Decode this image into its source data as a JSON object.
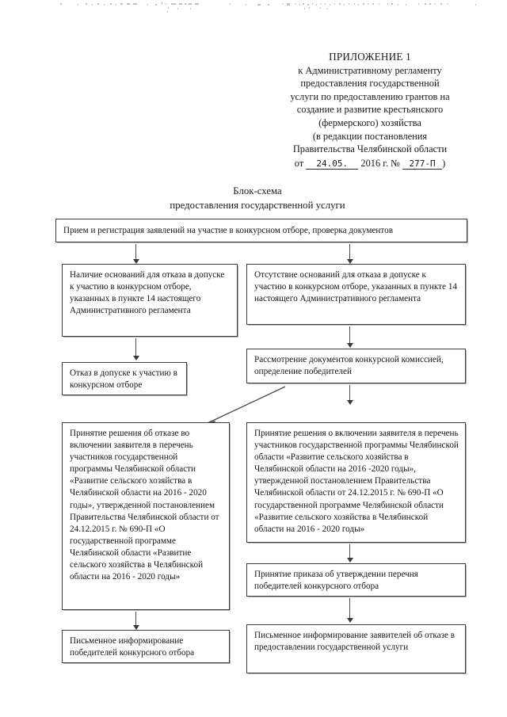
{
  "document": {
    "header": {
      "title": "ПРИЛОЖЕНИЕ 1",
      "lines": [
        "к Административному регламенту",
        "предоставления государственной",
        "услуги по предоставлению грантов на",
        "создание и развитие крестьянского",
        "(фермерского) хозяйства",
        "(в редакции постановления",
        "Правительства Челябинской области"
      ],
      "date_prefix": "от",
      "date_value": "24.05.",
      "date_year": "2016 г. №",
      "doc_number": "277-П",
      "date_suffix": ")"
    },
    "title": {
      "line1": "Блок-схема",
      "line2": "предоставления государственной услуги"
    }
  },
  "flow": {
    "nodes": [
      {
        "id": "intake",
        "text": "Прием и регистрация заявлений на участие в конкурсном отборе, проверка документов"
      },
      {
        "id": "grounds-present",
        "text": "Наличие оснований для отказа в допуске к участию в конкурсном отборе, указанных в пункте 14 настоящего Административного регламента"
      },
      {
        "id": "grounds-absent",
        "text": "Отсутствие оснований для отказа в допуске к участию в конкурсном отборе, указанных в пункте 14 настоящего  Административного регламента"
      },
      {
        "id": "refusal-admission",
        "text": "Отказ в допуске к участию в конкурсном отборе"
      },
      {
        "id": "commission-review",
        "text": "Рассмотрение документов конкурсной комиссией, определение победителей"
      },
      {
        "id": "decision-refuse-inclusion",
        "text": "Принятие решения об отказе во включении заявителя в перечень участников государственной программы Челябинской области «Развитие сельского хозяйства в Челябинской области на 2016 - 2020 годы», утвержденной постановлением Правительства Челябинской области  от 24.12.2015 г. № 690-П «О государственной программе Челябинской области «Развитие сельского хозяйства в Челябинской области на 2016 - 2020 годы»"
      },
      {
        "id": "decision-include",
        "text": "Принятие решения о включении заявителя в перечень участников государственной программы Челябинской области «Развитие сельского хозяйства в Челябинской области на 2016 -2020 годы», утвержденной постановлением Правительства Челябинской области от 24.12.2015 г. № 690-П «О государственной программе Челябинской области «Развитие сельского хозяйства в Челябинской области на 2016 - 2020 годы»"
      },
      {
        "id": "order-approval",
        "text": "Принятие приказа об утверждении перечня победителей конкурсного отбора"
      },
      {
        "id": "notify-winners",
        "text": "Письменное информирование победителей конкурсного отбора"
      },
      {
        "id": "notify-refusal",
        "text": "Письменное информирование заявителей об отказе в предоставлении государственной услуги"
      }
    ]
  },
  "colors": {
    "ink": "#151515",
    "border": "#3b3b3b",
    "connector": "#4a4a4a",
    "page": "#ffffff"
  }
}
